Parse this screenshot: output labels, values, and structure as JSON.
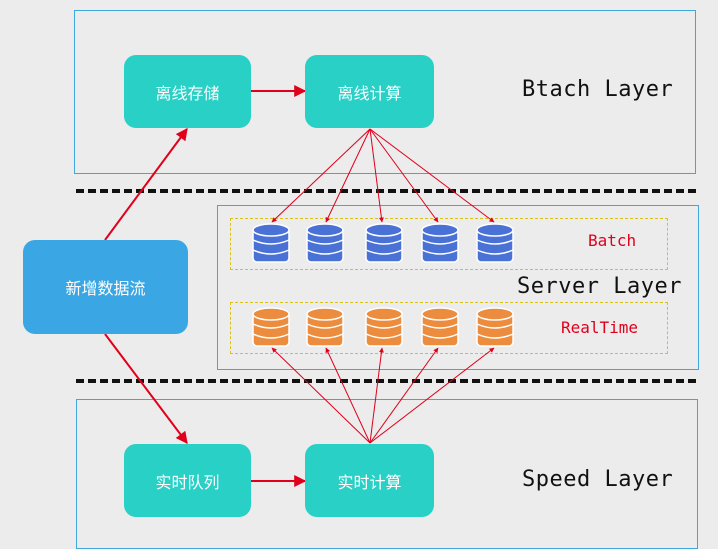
{
  "batch_layer": {
    "label": "Btach Layer",
    "offline_storage": "离线存储",
    "offline_compute": "离线计算"
  },
  "server_layer": {
    "label": "Server Layer",
    "batch_group": "Batch",
    "realtime_group": "RealTime"
  },
  "speed_layer": {
    "label": "Speed Layer",
    "realtime_queue": "实时队列",
    "realtime_compute": "实时计算"
  },
  "source": {
    "label": "新增数据流"
  },
  "colors": {
    "teal": "#28d0c6",
    "source_blue": "#3aa7e4",
    "db_blue": "#4a72d6",
    "db_orange": "#ec8c3e",
    "arrow_red": "#e0001b",
    "layer_border": "#3ea7dc",
    "group_border": "#d8c21a"
  }
}
